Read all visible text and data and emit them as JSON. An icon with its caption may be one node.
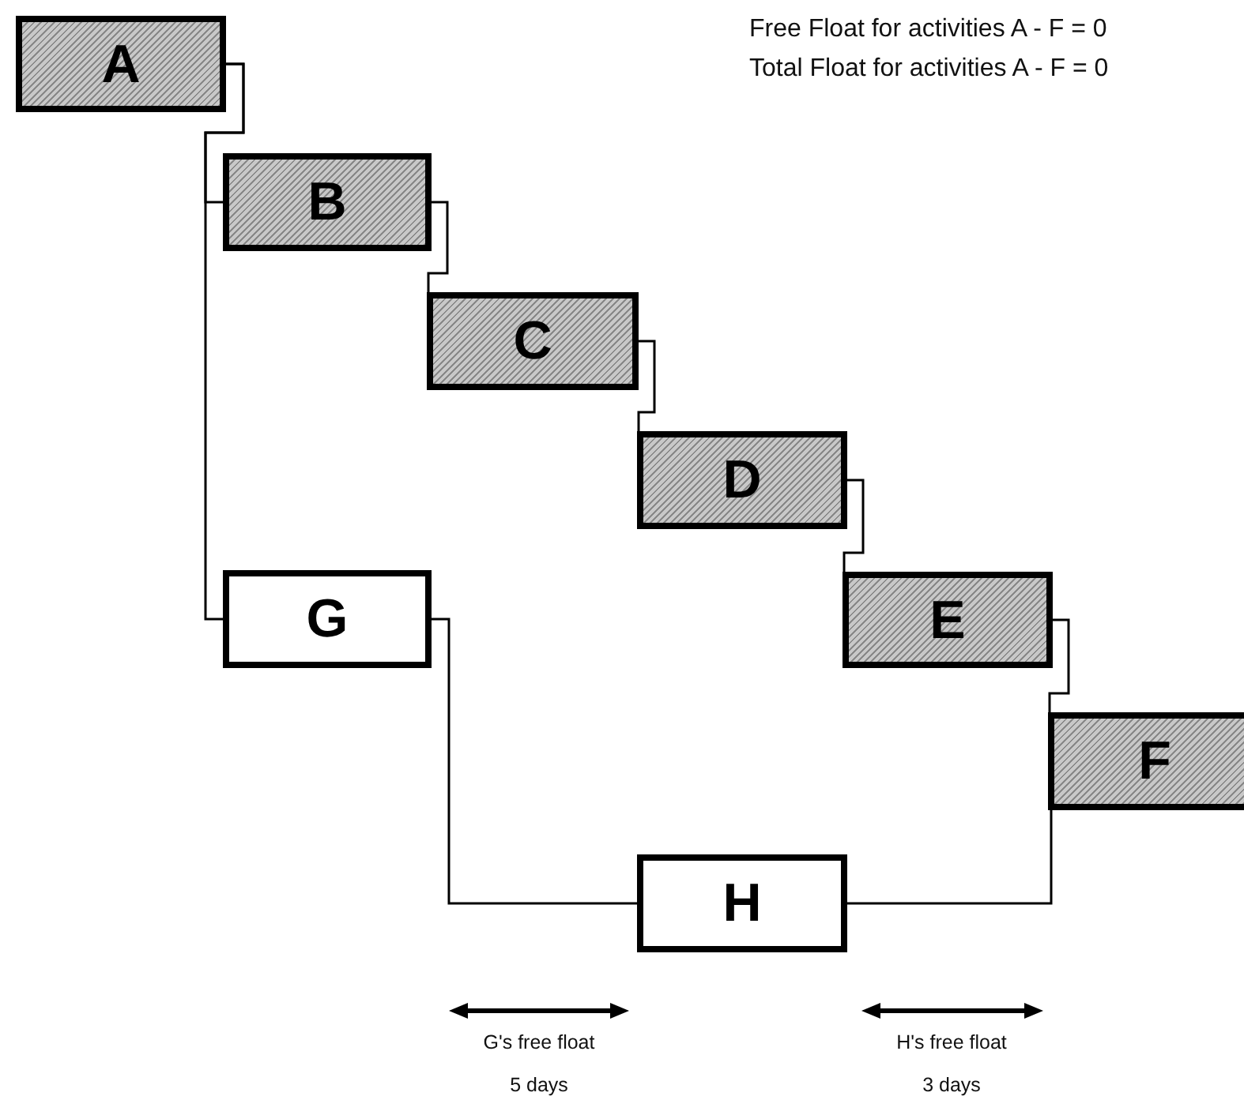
{
  "diagram": {
    "nodes": [
      {
        "text": [
          "A"
        ]
      },
      {
        "text": [
          "B"
        ]
      },
      {
        "text": [
          "C"
        ]
      },
      {
        "text": [
          "D"
        ]
      },
      {
        "text": [
          "E"
        ]
      },
      {
        "text": [
          "F"
        ]
      },
      {
        "text": [
          "G"
        ]
      },
      {
        "text": [
          "H"
        ]
      }
    ],
    "edges": [
      {
        "from": 0,
        "to": 1,
        "arrow": "none"
      },
      {
        "from": 0,
        "to": 6,
        "arrow": "none"
      },
      {
        "from": 1,
        "to": 2,
        "arrow": "none"
      },
      {
        "from": 2,
        "to": 3,
        "arrow": "none"
      },
      {
        "from": 3,
        "to": 4,
        "arrow": "none"
      },
      {
        "from": 4,
        "to": 5,
        "arrow": "none"
      },
      {
        "from": 6,
        "to": 7,
        "arrow": "none"
      },
      {
        "from": 7,
        "to": 5,
        "arrow": "none"
      }
    ],
    "labels": [
      "Free Float for activities A - F = 0",
      "Total Float for activities A - F = 0",
      "G's free float",
      "5 days",
      "H's free float",
      "3 days"
    ]
  }
}
